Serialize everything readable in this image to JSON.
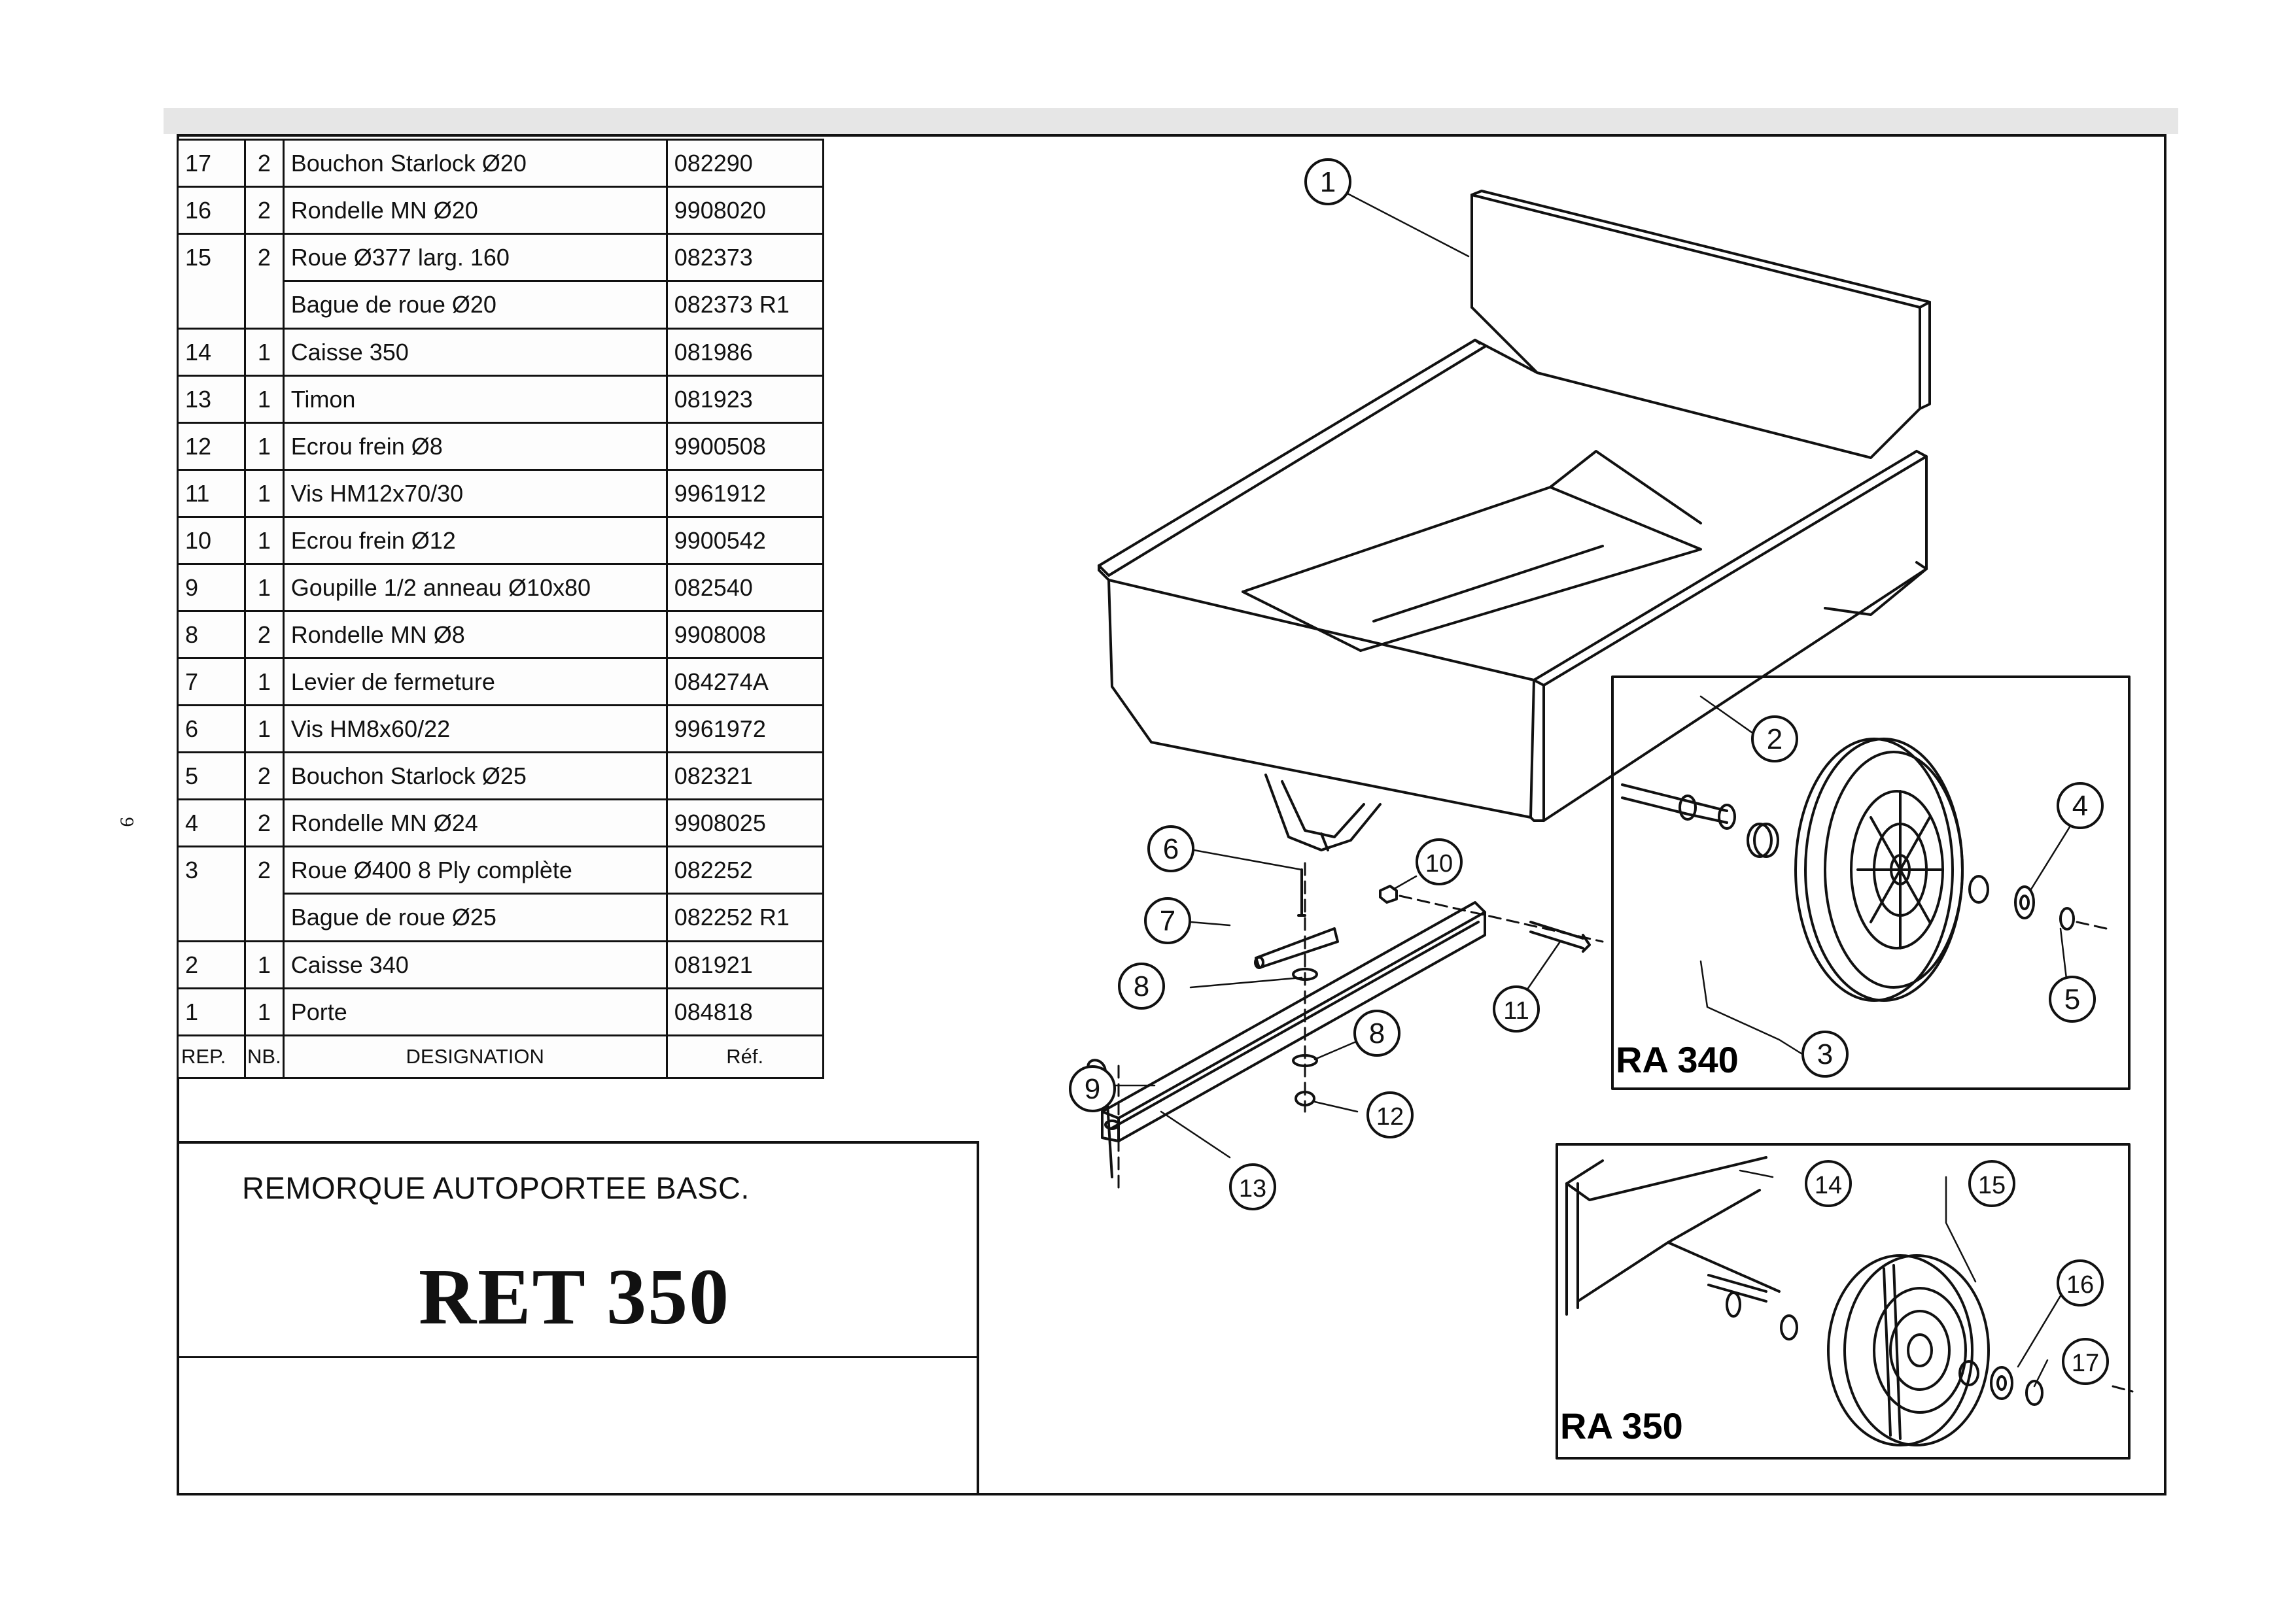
{
  "page_number": "9",
  "table": {
    "header": {
      "rep": "REP.",
      "nb": "NB.",
      "designation": "DESIGNATION",
      "ref": "Réf."
    },
    "rows": [
      {
        "rep": "17",
        "nb": "2",
        "designation": "Bouchon Starlock Ø20",
        "ref": "082290"
      },
      {
        "rep": "16",
        "nb": "2",
        "designation": "Rondelle MN Ø20",
        "ref": "9908020"
      },
      {
        "rep": "15",
        "nb": "2",
        "designation": "Roue Ø377 larg. 160",
        "ref": "082373"
      },
      {
        "rep": "",
        "nb": "",
        "designation": "Bague de roue Ø20",
        "ref": "082373 R1"
      },
      {
        "rep": "14",
        "nb": "1",
        "designation": "Caisse  350",
        "ref": "081986"
      },
      {
        "rep": "13",
        "nb": "1",
        "designation": "Timon",
        "ref": "081923"
      },
      {
        "rep": "12",
        "nb": "1",
        "designation": "Ecrou frein Ø8",
        "ref": "9900508"
      },
      {
        "rep": "11",
        "nb": "1",
        "designation": "Vis HM12x70/30",
        "ref": "9961912"
      },
      {
        "rep": "10",
        "nb": "1",
        "designation": "Ecrou frein Ø12",
        "ref": "9900542"
      },
      {
        "rep": "9",
        "nb": "1",
        "designation": "Goupille 1/2 anneau Ø10x80",
        "ref": "082540"
      },
      {
        "rep": "8",
        "nb": "2",
        "designation": "Rondelle  MN Ø8",
        "ref": "9908008"
      },
      {
        "rep": "7",
        "nb": "1",
        "designation": "Levier de fermeture",
        "ref": "084274A"
      },
      {
        "rep": "6",
        "nb": "1",
        "designation": "Vis HM8x60/22",
        "ref": "9961972"
      },
      {
        "rep": "5",
        "nb": "2",
        "designation": "Bouchon Starlock Ø25",
        "ref": "082321"
      },
      {
        "rep": "4",
        "nb": "2",
        "designation": "Rondelle MN Ø24",
        "ref": "9908025"
      },
      {
        "rep": "3",
        "nb": "2",
        "designation": "Roue Ø400  8 Ply  complète",
        "ref": "082252"
      },
      {
        "rep": "",
        "nb": "",
        "designation": " Bague de roue Ø25",
        "ref": "082252 R1"
      },
      {
        "rep": "2",
        "nb": "1",
        "designation": "Caisse  340",
        "ref": "081921"
      },
      {
        "rep": "1",
        "nb": "1",
        "designation": "Porte",
        "ref": "084818"
      }
    ]
  },
  "title_block": {
    "subtitle": "REMORQUE AUTOPORTEE BASC.",
    "title": "RET 350"
  },
  "diagram": {
    "callouts": [
      "1",
      "2",
      "3",
      "4",
      "5",
      "6",
      "7",
      "8",
      "8",
      "9",
      "10",
      "11",
      "12",
      "13",
      "14",
      "15",
      "16",
      "17"
    ],
    "insets": [
      {
        "label": "RA   340"
      },
      {
        "label": "RA   350"
      }
    ]
  }
}
